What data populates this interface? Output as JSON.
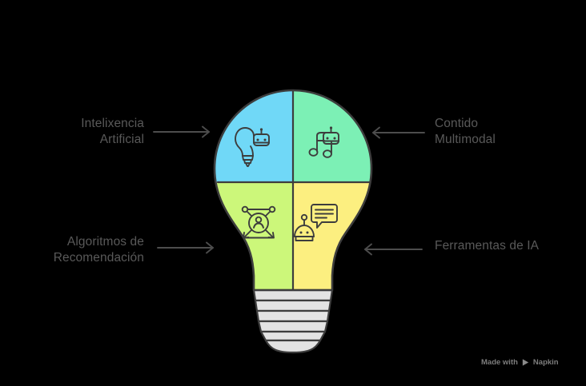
{
  "diagram": {
    "title": "Lightbulb four-quadrant infographic",
    "background_color": "#000000",
    "outline_color": "#3d3d3d",
    "base_color": "#e3e3e3",
    "label_color": "#595959",
    "arrow_color": "#4d4d4d"
  },
  "labels": {
    "top_left": "Intelixencia\nArtificial",
    "bottom_left": "Algoritmos de\nRecomendación",
    "top_right": "Contido\nMultimodal",
    "bottom_right": "Ferramentas de IA"
  },
  "quadrants": [
    {
      "id": "top-left",
      "color": "#70D8F7",
      "icon": "lightbulb-robot-icon",
      "label": "Intelixencia Artificial"
    },
    {
      "id": "top-right",
      "color": "#7CF0B5",
      "icon": "music-note-robot-icon",
      "label": "Contido Multimodal"
    },
    {
      "id": "bottom-left",
      "color": "#CCF77A",
      "icon": "user-network-icon",
      "label": "Algoritmos de Recomendación"
    },
    {
      "id": "bottom-right",
      "color": "#FCEF80",
      "icon": "robot-chat-icon",
      "label": "Ferramentas de IA"
    }
  ],
  "arrows": [
    {
      "id": "arrow-top-left",
      "direction": "right",
      "points_to": "top-left-quadrant"
    },
    {
      "id": "arrow-bottom-left",
      "direction": "right",
      "points_to": "bottom-left-quadrant"
    },
    {
      "id": "arrow-top-right",
      "direction": "left",
      "points_to": "top-right-quadrant"
    },
    {
      "id": "arrow-bottom-right",
      "direction": "left",
      "points_to": "bottom-right-quadrant"
    }
  ],
  "watermark": {
    "prefix": "Made with",
    "brand": "Napkin",
    "icon": "napkin-logo-icon"
  }
}
